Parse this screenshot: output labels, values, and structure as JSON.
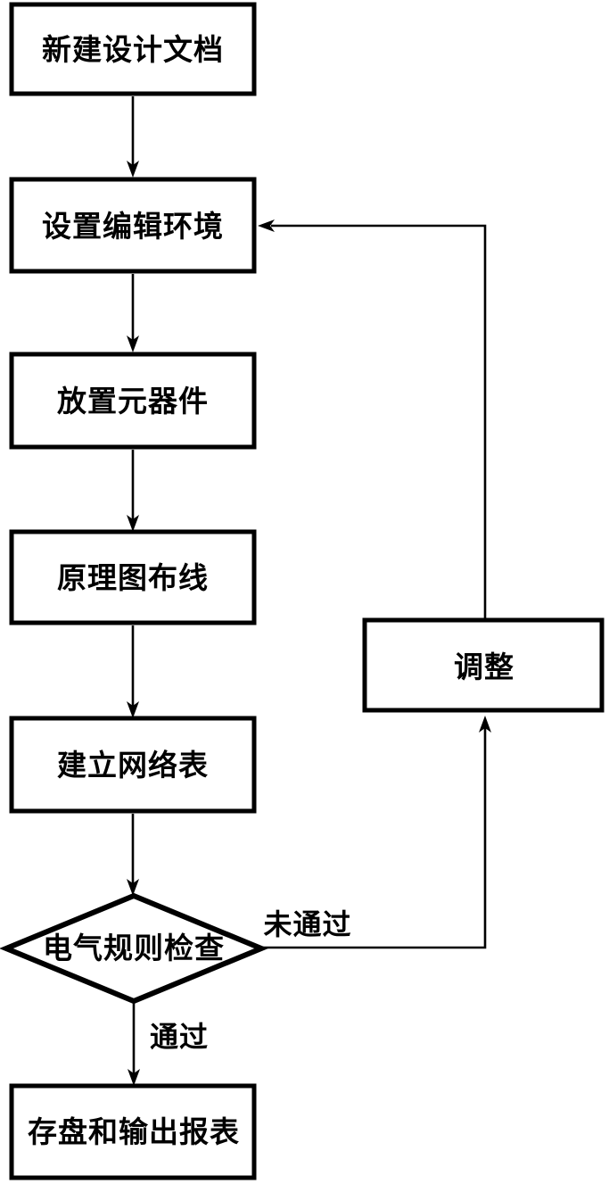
{
  "flowchart": {
    "background_color": "#ffffff",
    "line_color": "#000000",
    "node_fill_color": "#ffffff",
    "nodes": {
      "new_document": {
        "label": "新建设计文档",
        "shape": "rect"
      },
      "setup_environment": {
        "label": "设置编辑环境",
        "shape": "rect"
      },
      "place_components": {
        "label": "放置元器件",
        "shape": "rect"
      },
      "schematic_wiring": {
        "label": "原理图布线",
        "shape": "rect"
      },
      "create_netlist": {
        "label": "建立网络表",
        "shape": "rect"
      },
      "erc_check": {
        "label": "电气规则检查",
        "shape": "diamond"
      },
      "save_output": {
        "label": "存盘和输出报表",
        "shape": "rect"
      },
      "adjust": {
        "label": "调整",
        "shape": "rect"
      }
    },
    "edge_labels": {
      "not_passed": "未通过",
      "passed": "通过"
    },
    "edges": [
      {
        "from": "new_document",
        "to": "setup_environment",
        "label": ""
      },
      {
        "from": "setup_environment",
        "to": "place_components",
        "label": ""
      },
      {
        "from": "place_components",
        "to": "schematic_wiring",
        "label": ""
      },
      {
        "from": "schematic_wiring",
        "to": "create_netlist",
        "label": ""
      },
      {
        "from": "create_netlist",
        "to": "erc_check",
        "label": ""
      },
      {
        "from": "erc_check",
        "to": "save_output",
        "label": "通过"
      },
      {
        "from": "erc_check",
        "to": "adjust",
        "label": "未通过"
      },
      {
        "from": "adjust",
        "to": "setup_environment",
        "label": ""
      }
    ]
  }
}
